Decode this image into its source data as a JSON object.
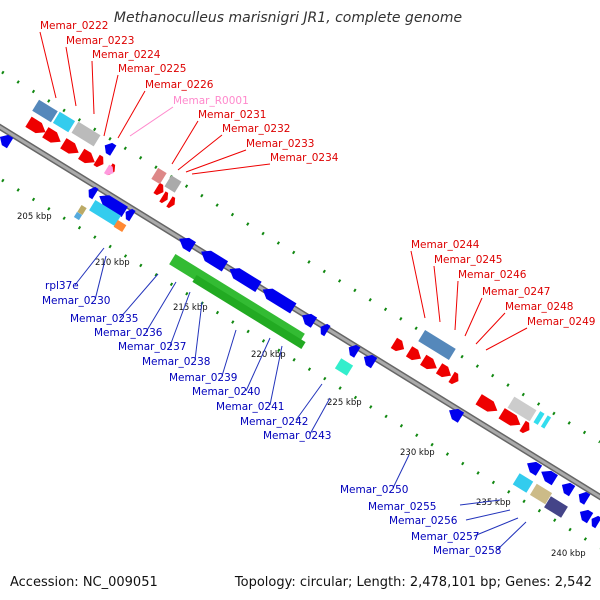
{
  "header": {
    "title": "Methanoculleus marisnigri JR1, complete genome"
  },
  "footer": {
    "accession": "Accession: NC_009051",
    "topology": "Topology: circular; Length: 2,478,101 bp; Genes: 2,542"
  },
  "colors": {
    "backbone": "#888888",
    "forward_gene": "#ee0000",
    "reverse_gene": "#0000ee",
    "rrna": "#ff99dd",
    "gc_skew_dots": "#118811",
    "label_forward": "#dd0000",
    "label_reverse": "#0000bb",
    "label_rna": "#ff88cc"
  },
  "scale_ticks": [
    "205 kbp",
    "210 kbp",
    "215 kbp",
    "220 kbp",
    "225 kbp",
    "230 kbp",
    "235 kbp",
    "240 kbp"
  ],
  "labels_top": [
    {
      "text": "Memar_0222",
      "kind": "forward"
    },
    {
      "text": "Memar_0223",
      "kind": "forward"
    },
    {
      "text": "Memar_0224",
      "kind": "forward"
    },
    {
      "text": "Memar_0225",
      "kind": "forward"
    },
    {
      "text": "Memar_0226",
      "kind": "forward"
    },
    {
      "text": "Memar_R0001",
      "kind": "rna"
    },
    {
      "text": "Memar_0231",
      "kind": "forward"
    },
    {
      "text": "Memar_0232",
      "kind": "forward"
    },
    {
      "text": "Memar_0233",
      "kind": "forward"
    },
    {
      "text": "Memar_0234",
      "kind": "forward"
    },
    {
      "text": "Memar_0244",
      "kind": "forward"
    },
    {
      "text": "Memar_0245",
      "kind": "forward"
    },
    {
      "text": "Memar_0246",
      "kind": "forward"
    },
    {
      "text": "Memar_0247",
      "kind": "forward"
    },
    {
      "text": "Memar_0248",
      "kind": "forward"
    },
    {
      "text": "Memar_0249",
      "kind": "forward"
    }
  ],
  "labels_bottom": [
    {
      "text": "rpl37e",
      "kind": "reverse"
    },
    {
      "text": "Memar_0230",
      "kind": "reverse"
    },
    {
      "text": "Memar_0235",
      "kind": "reverse"
    },
    {
      "text": "Memar_0236",
      "kind": "reverse"
    },
    {
      "text": "Memar_0237",
      "kind": "reverse"
    },
    {
      "text": "Memar_0238",
      "kind": "reverse"
    },
    {
      "text": "Memar_0239",
      "kind": "reverse"
    },
    {
      "text": "Memar_0240",
      "kind": "reverse"
    },
    {
      "text": "Memar_0241",
      "kind": "reverse"
    },
    {
      "text": "Memar_0242",
      "kind": "reverse"
    },
    {
      "text": "Memar_0243",
      "kind": "reverse"
    },
    {
      "text": "Memar_0250",
      "kind": "reverse"
    },
    {
      "text": "Memar_0255",
      "kind": "reverse"
    },
    {
      "text": "Memar_0256",
      "kind": "reverse"
    },
    {
      "text": "Memar_0257",
      "kind": "reverse"
    },
    {
      "text": "Memar_0258",
      "kind": "reverse"
    }
  ]
}
